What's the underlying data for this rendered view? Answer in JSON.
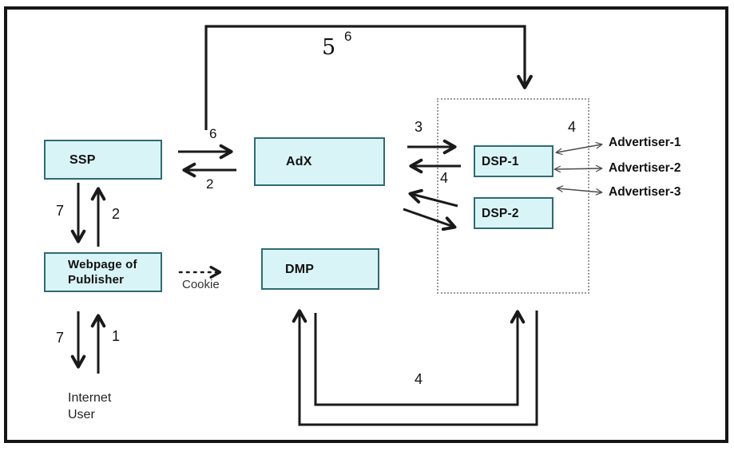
{
  "diagram": {
    "title_hint": "Programmatic advertising ecosystem flow diagram",
    "boxes": {
      "ssp": "SSP",
      "adx": "AdX",
      "dmp": "DMP",
      "dsp1": "DSP-1",
      "dsp2": "DSP-2",
      "webpage_line1": "Webpage of",
      "webpage_line2": "Publisher"
    },
    "labels": {
      "step5": "5",
      "step6_top": "6",
      "step6_ssp_to_adx": "6",
      "step2_adx_to_ssp": "2",
      "step7_ssp_to_web": "7",
      "step2_web_to_ssp": "2",
      "step3_adx_to_dsp": "3",
      "step4_dsp_to_adx": "4",
      "step4_dsp_to_adv": "4",
      "step4_dmp_to_dsp": "4",
      "step7_web_to_user": "7",
      "step1_user_to_web": "1",
      "cookie": "Cookie",
      "internet_user_line1": "Internet",
      "internet_user_line2": "User"
    },
    "advertisers": [
      "Advertiser-1",
      "Advertiser-2",
      "Advertiser-3"
    ],
    "colors": {
      "box_fill": "#d9f4f7",
      "box_border": "#2e6b70",
      "arrow": "#1a1a1a",
      "thin_arrow": "#4a4a4a",
      "dotted_border": "#999999",
      "frame": "#161616"
    }
  }
}
